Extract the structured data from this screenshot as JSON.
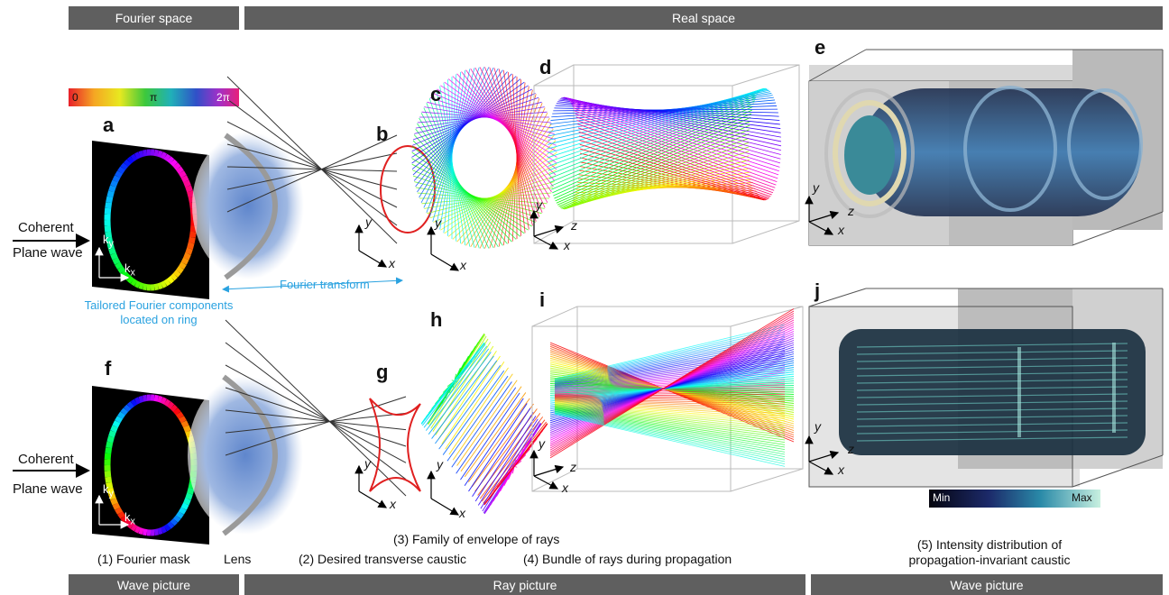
{
  "header": {
    "fourier_space": "Fourier space",
    "real_space": "Real space"
  },
  "footer": {
    "wave_picture_left": "Wave picture",
    "ray_picture": "Ray picture",
    "wave_picture_right": "Wave picture"
  },
  "panels": [
    "a",
    "b",
    "c",
    "d",
    "e",
    "f",
    "g",
    "h",
    "i",
    "j"
  ],
  "phase_colorbar": {
    "labels": [
      "0",
      "π",
      "2π"
    ]
  },
  "intensity_colorbar": {
    "min": "Min",
    "max": "Max"
  },
  "input_wave": {
    "line1": "Coherent",
    "line2": "Plane wave"
  },
  "axes": {
    "x": "x",
    "y": "y",
    "z": "z",
    "kx": "k",
    "kx_sub": "x",
    "ky": "k",
    "ky_sub": "y"
  },
  "annotations": {
    "fourier_components_line1": "Tailored Fourier components",
    "fourier_components_line2": "located on ring",
    "fourier_transform": "Fourier transform"
  },
  "captions": {
    "fourier_mask": "(1) Fourier mask",
    "lens": "Lens",
    "desired_caustic": "(2) Desired transverse caustic",
    "family_envelope": "(3) Family of envelope of rays",
    "bundle_rays": "(4) Bundle of rays during propagation",
    "intensity_line1": "(5) Intensity distribution of",
    "intensity_line2": "propagation-invariant caustic"
  }
}
